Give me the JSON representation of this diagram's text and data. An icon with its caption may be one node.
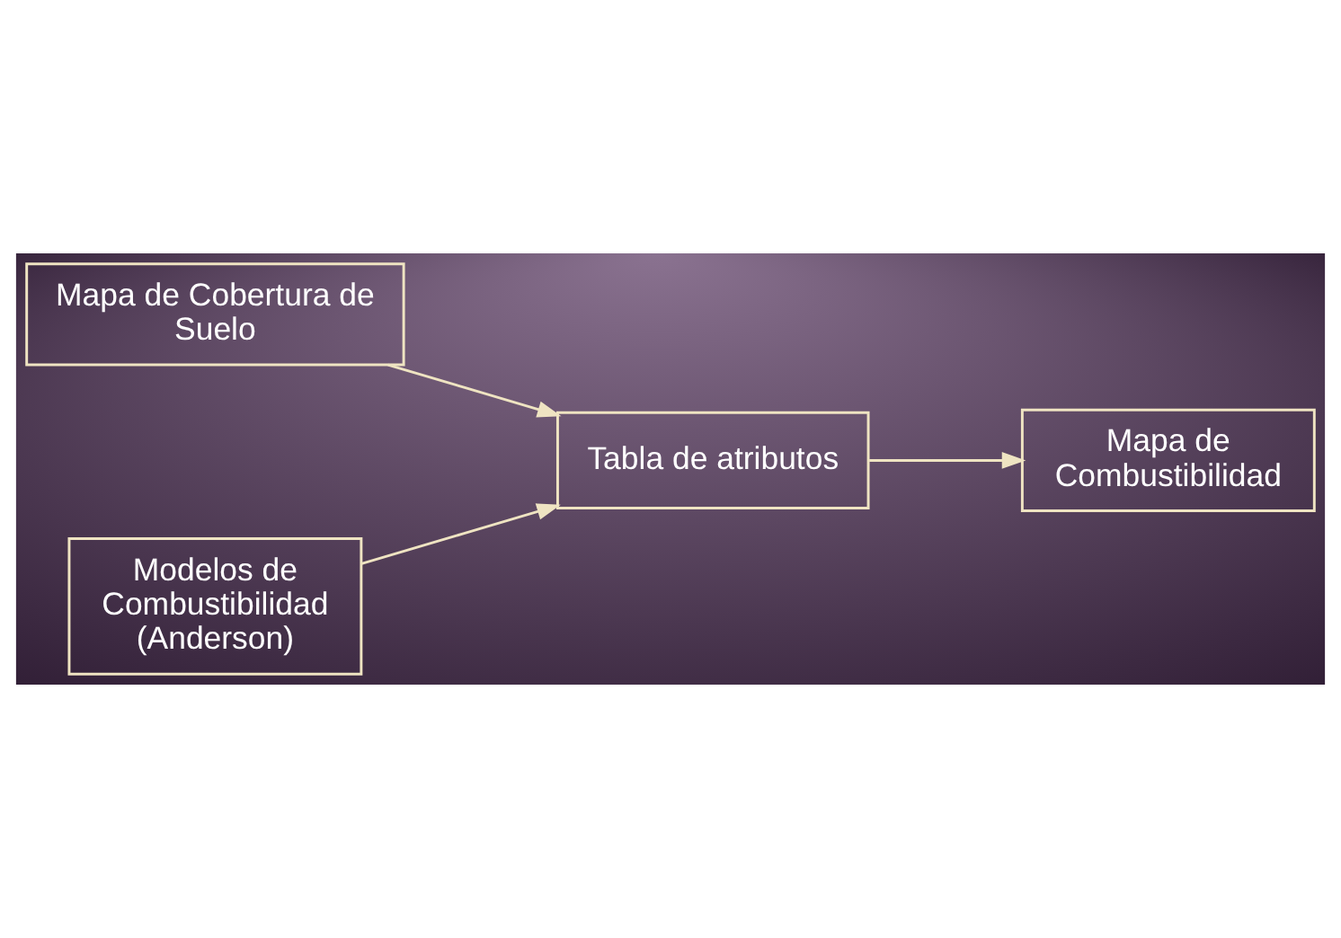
{
  "diagram": {
    "nodes": [
      {
        "text": [
          "Mapa de Cobertura de Suelo"
        ]
      },
      {
        "text": [
          "Modelos de Combustibilidad (Anderson)"
        ]
      },
      {
        "text": [
          "Tabla de atributos"
        ]
      },
      {
        "text": [
          "Mapa de Combustibilidad"
        ]
      }
    ],
    "edges": [
      {
        "from": 0,
        "to": 2,
        "arrow": "to"
      },
      {
        "from": 1,
        "to": 2,
        "arrow": "to"
      },
      {
        "from": 2,
        "to": 3,
        "arrow": "to"
      }
    ]
  }
}
